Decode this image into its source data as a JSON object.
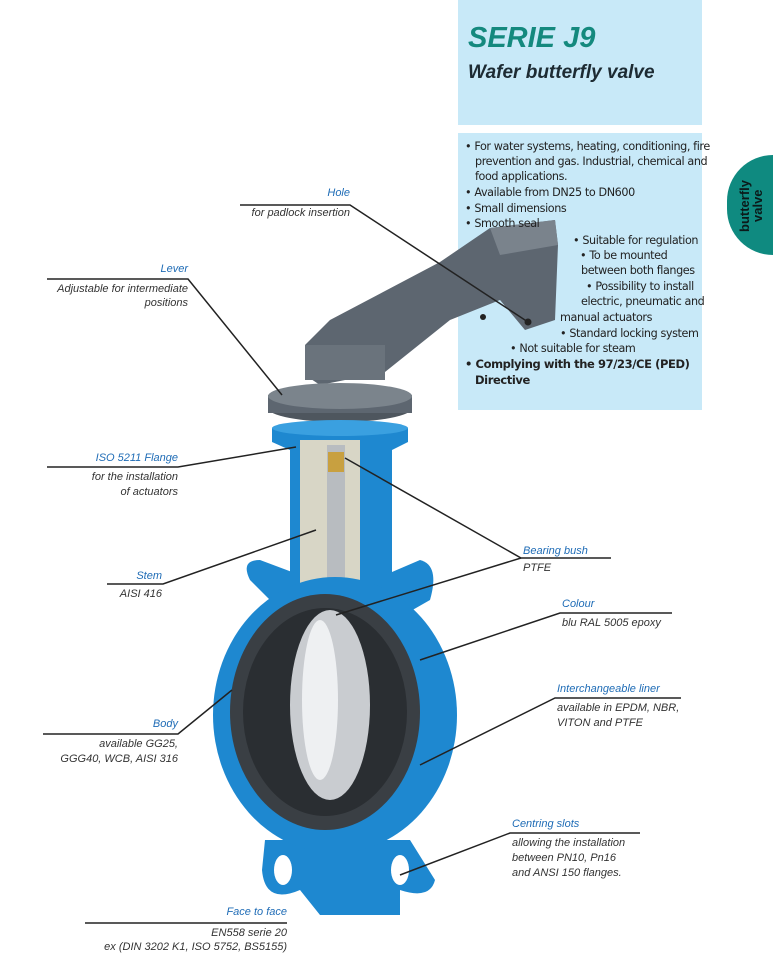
{
  "header": {
    "title": "SERIE J9",
    "subtitle": "Wafer butterfly valve"
  },
  "tab": {
    "line1": "butterfly",
    "line2": "valve"
  },
  "features": [
    "• For water systems, heating, conditioning, fire",
    "prevention and gas. Industrial, chemical and",
    "food  applications.",
    "• Available from DN25 to DN600",
    "• Small dimensions",
    "• Smooth seal",
    "• Suitable for regulation",
    "• To be mounted",
    "between both flanges",
    "• Possibility to install",
    "electric, pneumatic and",
    "manual actuators",
    "• Standard locking system",
    "• Not suitable for steam",
    "• Complying with the 97/23/CE (PED)",
    "Directive"
  ],
  "labels": {
    "hole": {
      "title": "Hole",
      "lines": [
        "for padlock insertion"
      ]
    },
    "lever": {
      "title": "Lever",
      "lines": [
        "Adjustable for intermediate",
        "positions"
      ]
    },
    "flange": {
      "title": "ISO 5211 Flange",
      "lines": [
        "for the installation",
        "of actuators"
      ]
    },
    "stem": {
      "title": "Stem",
      "lines": [
        "AISI 416"
      ]
    },
    "body": {
      "title": "Body",
      "lines": [
        "available GG25,",
        "GGG40, WCB, AISI 316"
      ]
    },
    "face": {
      "title": "Face to face",
      "lines": [
        "EN558 serie 20",
        "ex (DIN 3202 K1, ISO 5752, BS5155)"
      ]
    },
    "bearing": {
      "title": "Bearing bush",
      "lines": [
        "PTFE"
      ]
    },
    "colour": {
      "title": "Colour",
      "lines": [
        "blu RAL 5005 epoxy"
      ]
    },
    "liner": {
      "title": "Interchangeable liner",
      "lines": [
        "available in EPDM, NBR,",
        "VITON and PTFE"
      ]
    },
    "slots": {
      "title": "Centring slots",
      "lines": [
        "allowing the installation",
        "between PN10, Pn16",
        "and ANSI 150 flanges."
      ]
    }
  },
  "colors": {
    "accent": "#14897e",
    "box": "#c8e9f8",
    "label": "#1f6cb6",
    "valve": "#1e88d0"
  }
}
